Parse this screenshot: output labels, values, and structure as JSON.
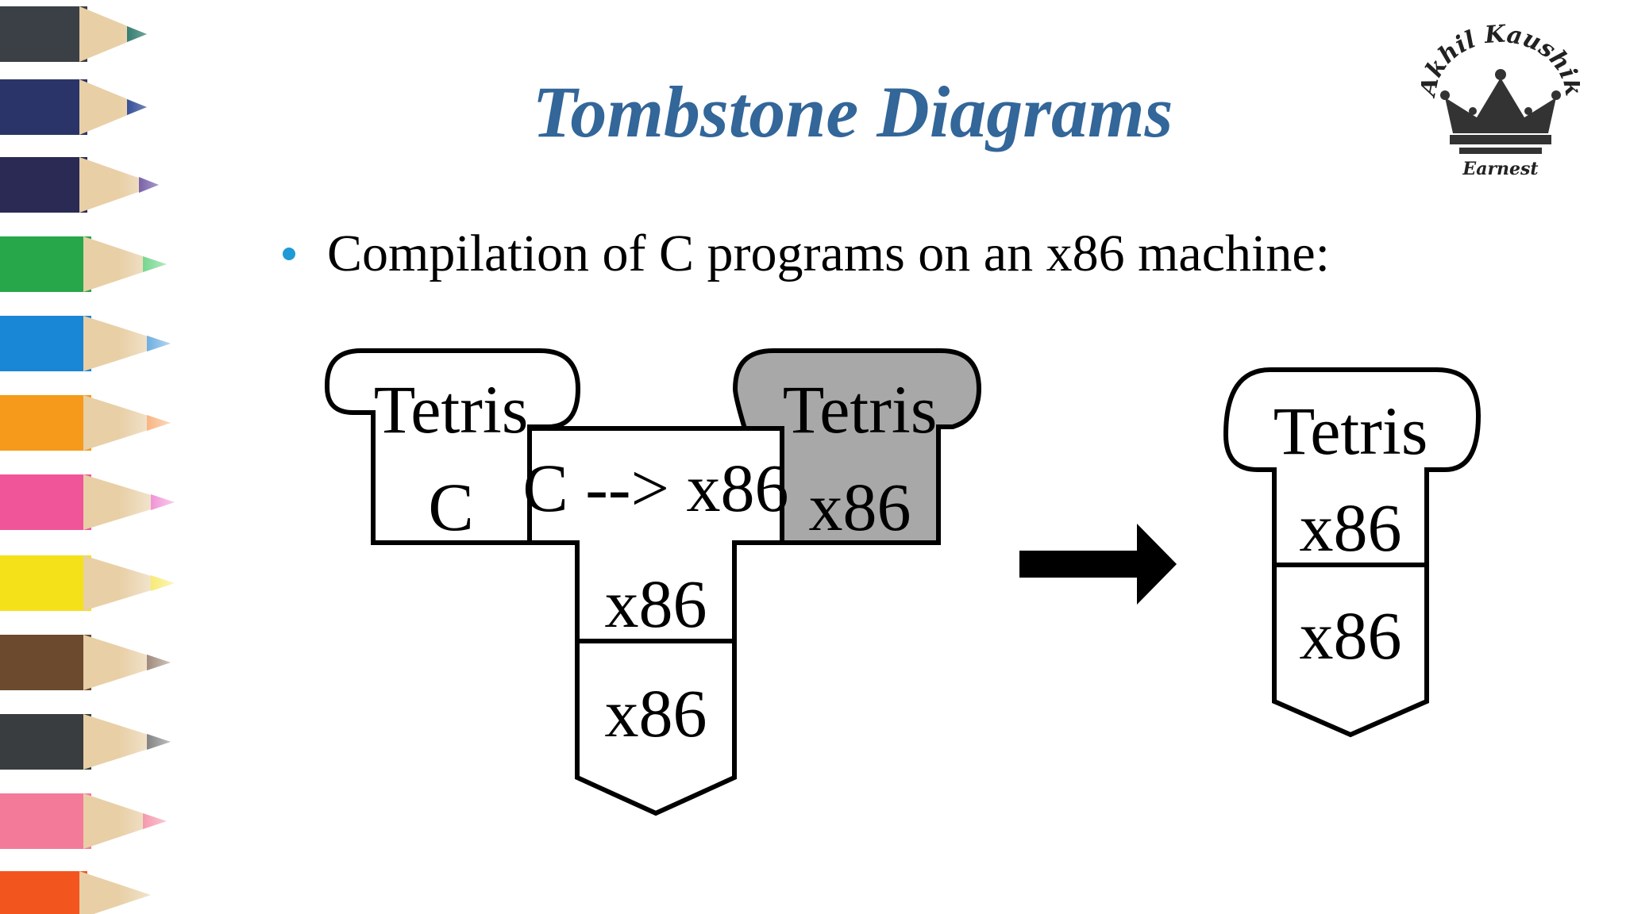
{
  "slide": {
    "title": "Tombstone Diagrams",
    "bullet": "Compilation of C programs on an x86 machine:"
  },
  "logo": {
    "name": "Akhil Kaushik",
    "tagline": "Earnest"
  },
  "diagram": {
    "program_left": {
      "name": "Tetris",
      "language": "C"
    },
    "compiler": {
      "translation": "C --> x86",
      "implementation": "x86"
    },
    "machine": {
      "label": "x86"
    },
    "program_output": {
      "name": "Tetris",
      "language": "x86"
    },
    "result_program": {
      "name": "Tetris",
      "language": "x86"
    },
    "result_machine": {
      "label": "x86"
    }
  },
  "colors": {
    "title": "#336699",
    "bullet": "#1f9ad6",
    "output_fill": "#a8a8a8"
  }
}
